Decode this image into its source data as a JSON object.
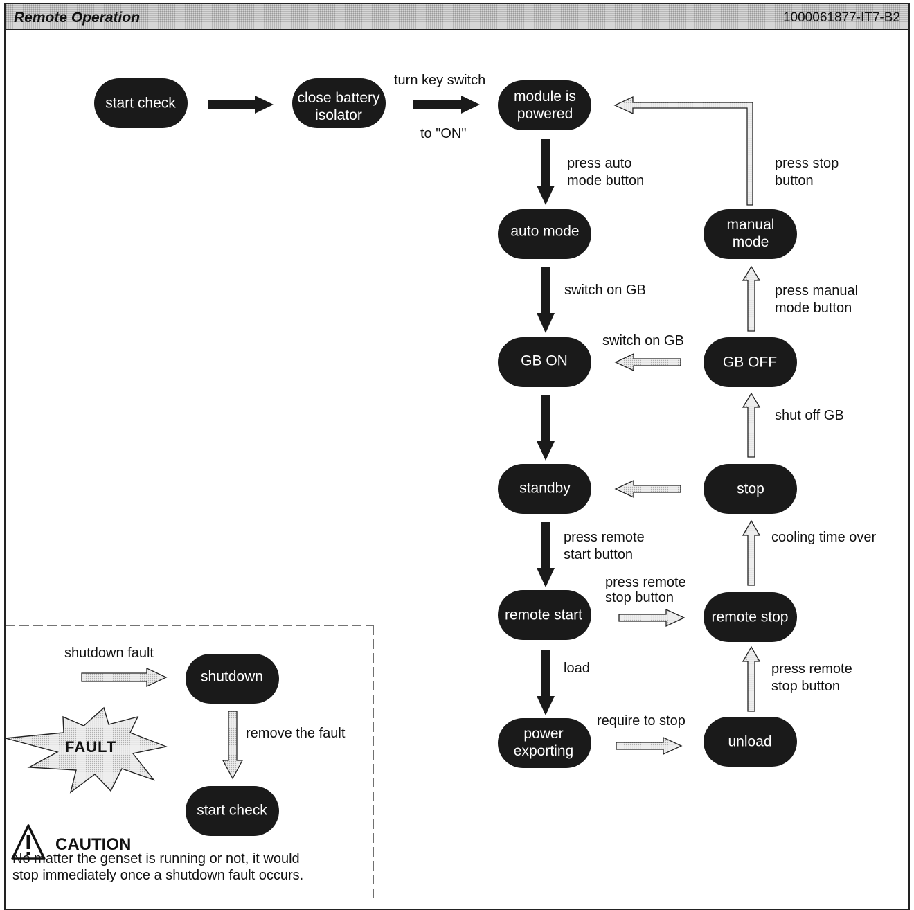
{
  "header": {
    "title": "Remote Operation",
    "doc_id": "1000061877-IT7-B2"
  },
  "nodes": {
    "start_check": "start check",
    "close_battery": "close battery\nisolator",
    "module_powered": "module is\npowered",
    "auto_mode": "auto mode",
    "manual_mode": "manual\nmode",
    "gb_on": "GB ON",
    "gb_off": "GB OFF",
    "standby": "standby",
    "stop": "stop",
    "remote_start": "remote start",
    "remote_stop": "remote stop",
    "power_exporting": "power\nexporting",
    "unload": "unload",
    "shutdown": "shutdown",
    "fault_start_check": "start check"
  },
  "edges": {
    "turn_key": "turn key switch",
    "to_on": "to \"ON\"",
    "press_auto": "press auto\nmode button",
    "press_stop": "press stop\nbutton",
    "switch_on_gb_down": "switch on GB",
    "press_manual": "press manual\nmode button",
    "switch_on_gb_left": "switch on GB",
    "shut_off_gb": "shut off GB",
    "press_remote_start": "press remote\nstart button",
    "cooling_time": "cooling time over",
    "press_remote_stop_right": "press remote\nstop button",
    "load": "load",
    "press_remote_stop_up": "press remote\nstop button",
    "require_stop": "require to stop",
    "shutdown_fault": "shutdown fault",
    "remove_fault": "remove the fault"
  },
  "caution": {
    "title": "CAUTION",
    "text": "No matter the genset is running or not, it would\nstop immediately once a shutdown fault occurs."
  },
  "fault_badge": "FAULT",
  "colors": {
    "node_fill": "#1a1a1a",
    "node_text": "#ffffff",
    "arrow_dark": "#1a1a1a",
    "arrow_light": "#e6e6e6"
  }
}
